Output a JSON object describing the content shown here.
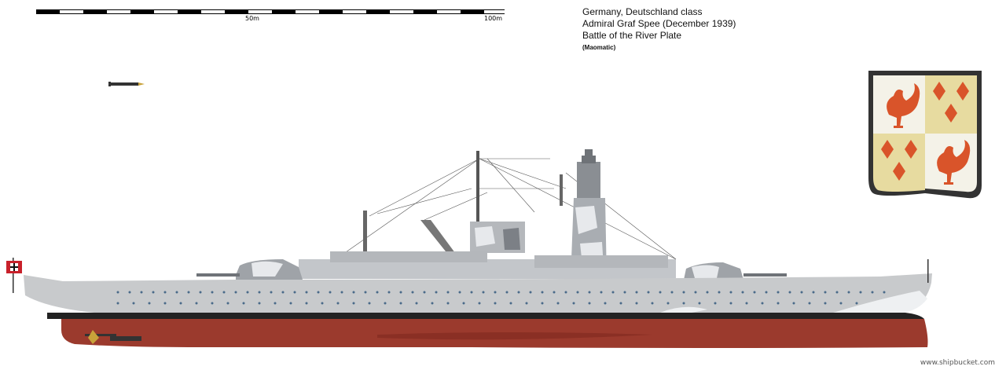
{
  "scale": {
    "label_50": "50m",
    "label_100": "100m"
  },
  "title": {
    "line1": "Germany, Deutschland  class",
    "line2": "Admiral Graf Spee  (December  1939)",
    "line3": "Battle of the River Plate",
    "credit": "(Maomatic)"
  },
  "crest": {
    "icons": [
      "rooster-icon",
      "diamond-icon",
      "diamond-icon",
      "rooster-icon"
    ],
    "colors": {
      "field_light": "#f4f2e8",
      "field_gold": "#e7dba0",
      "charge": "#d9542a"
    }
  },
  "colors": {
    "hull_grey": "#c8cacc",
    "hull_red": "#9b3a2d",
    "boot_black": "#222222"
  },
  "footer": {
    "text": "www.shipbucket.com"
  }
}
